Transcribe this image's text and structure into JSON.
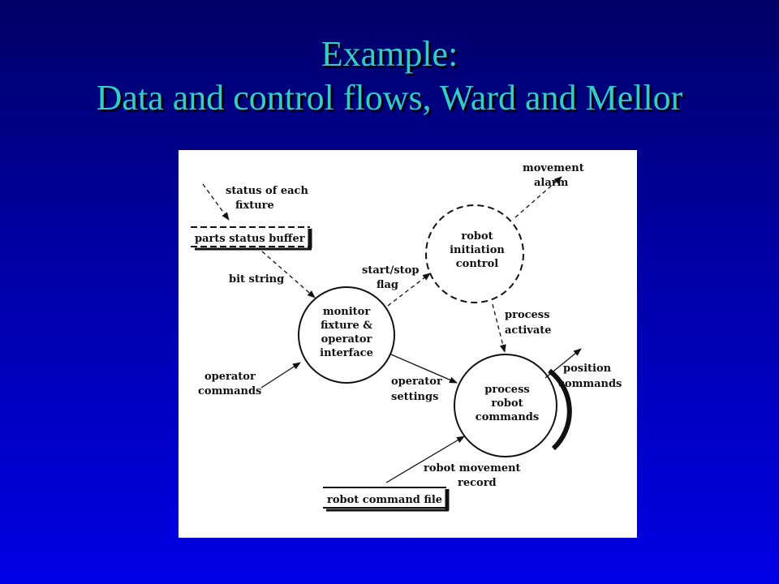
{
  "slide": {
    "title_line1": "Example:",
    "title_line2": "Data and control flows, Ward and Mellor"
  },
  "diagram": {
    "processes": {
      "monitor": [
        "monitor",
        "fixture &",
        "operator",
        "interface"
      ],
      "robot_initiation": [
        "robot",
        "initiation",
        "control"
      ],
      "process_robot": [
        "process",
        "robot",
        "commands"
      ]
    },
    "stores": {
      "parts_status_buffer": "parts status buffer",
      "robot_command_file": "robot command file"
    },
    "flows": {
      "status_of_each_fixture": [
        "status of each",
        "fixture"
      ],
      "bit_string": "bit string",
      "start_stop_flag": [
        "start/stop",
        "flag"
      ],
      "movement_alarm": [
        "movement",
        "alarm"
      ],
      "process_activate": [
        "process",
        "activate"
      ],
      "operator_commands": [
        "operator",
        "commands"
      ],
      "operator_settings": [
        "operator",
        "settings"
      ],
      "position_commands": [
        "position",
        "commands"
      ],
      "robot_movement_record": [
        "robot movement",
        "record"
      ]
    }
  },
  "colors": {
    "title": "#33cccc",
    "background_top": "#000066",
    "background_bottom": "#0000e6",
    "figure_bg": "#ffffff",
    "ink": "#111111"
  }
}
